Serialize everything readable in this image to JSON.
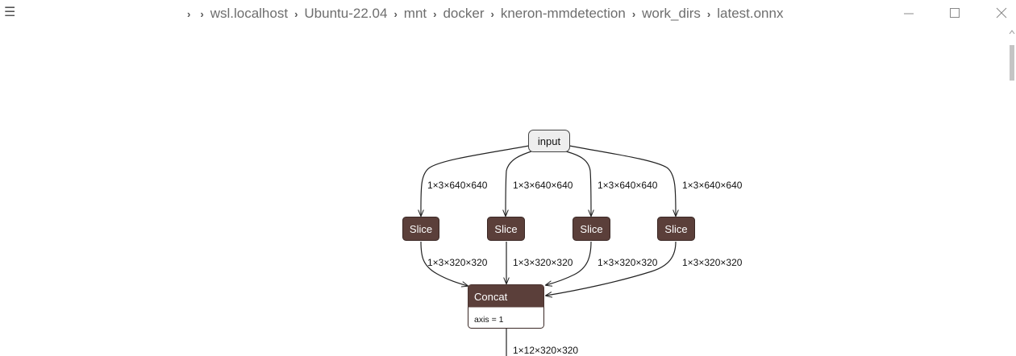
{
  "window": {
    "breadcrumb": [
      {
        "label": ""
      },
      {
        "label": "wsl.localhost"
      },
      {
        "label": "Ubuntu-22.04"
      },
      {
        "label": "mnt"
      },
      {
        "label": "docker"
      },
      {
        "label": "kneron-mmdetection"
      },
      {
        "label": "work_dirs"
      },
      {
        "label": "latest.onnx"
      }
    ],
    "icons": {
      "menu": "menu-icon",
      "minimize": "minimize-icon",
      "maximize": "maximize-icon",
      "close": "close-icon"
    }
  },
  "graph": {
    "input_node": {
      "label": "input"
    },
    "slice_nodes": [
      {
        "label": "Slice"
      },
      {
        "label": "Slice"
      },
      {
        "label": "Slice"
      },
      {
        "label": "Slice"
      }
    ],
    "concat_node": {
      "label": "Concat",
      "attribute": "axis = 1"
    },
    "input_edges": [
      "1×3×640×640",
      "1×3×640×640",
      "1×3×640×640",
      "1×3×640×640"
    ],
    "slice_edges": [
      "1×3×320×320",
      "1×3×320×320",
      "1×3×320×320",
      "1×3×320×320"
    ],
    "output_edge": "1×12×320×320",
    "colors": {
      "op_node": "#5b3f3a",
      "input_node": "#eeeeee",
      "edge": "#222222"
    }
  }
}
